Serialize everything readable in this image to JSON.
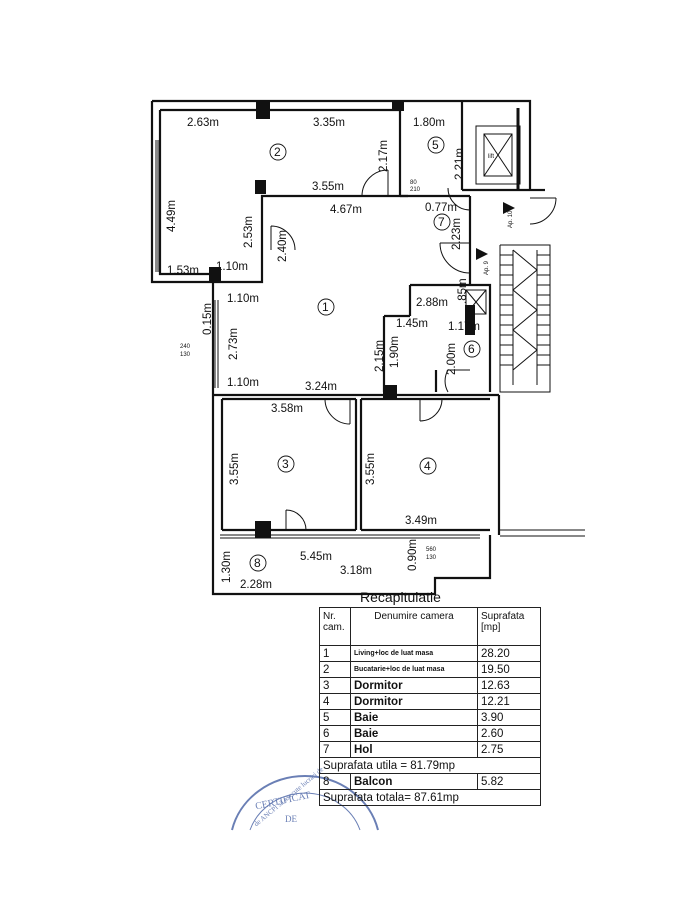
{
  "plan": {
    "rooms": [
      "1",
      "2",
      "3",
      "4",
      "5",
      "6",
      "7",
      "8"
    ],
    "dims": {
      "d263": "2.63m",
      "d335": "3.35m",
      "d180": "1.80m",
      "d449": "4.49m",
      "d217": "2.17m",
      "d221": "2.21m",
      "d355a": "3.55m",
      "d467": "4.67m",
      "d077": "0.77m",
      "d253": "2.53m",
      "d240": "2.40m",
      "d223": "2.23m",
      "d153": "1.53m",
      "d110a": "1.10m",
      "d110b": "1.10m",
      "d015": "0.15m",
      "d288": "2.88m",
      "d085": ".85m",
      "d273": "2.73m",
      "d145": "1.45m",
      "d117": "1.17m",
      "d215": "2.15m",
      "d190": "1.90m",
      "d200": "2.00m",
      "d110c": "1.10m",
      "d324": "3.24m",
      "d358": "3.58m",
      "d355b": "3.55m",
      "d355c": "3.55m",
      "d349": "3.49m",
      "d545": "5.45m",
      "d090": "0.90m",
      "d130": "1.30m",
      "d318": "3.18m",
      "d228": "2.28m"
    },
    "marks": {
      "w240": "240",
      "w130a": "130",
      "w560": "560",
      "w130b": "130",
      "a80": "80",
      "a210": "210",
      "ap10": "Ap. 10",
      "ap9": "Ap. 9",
      "lift": "lift"
    }
  },
  "recap": {
    "title": "Recapitulatie",
    "headers": [
      "Nr. cam.",
      "Denumire camera",
      "Suprafata [mp]"
    ],
    "rows": [
      {
        "nr": "1",
        "name": "Living+loc de luat masa",
        "area": "28.20"
      },
      {
        "nr": "2",
        "name": "Bucatarie+loc de luat masa",
        "area": "19.50"
      },
      {
        "nr": "3",
        "name": "Dormitor",
        "area": "12.63"
      },
      {
        "nr": "4",
        "name": "Dormitor",
        "area": "12.21"
      },
      {
        "nr": "5",
        "name": "Baie",
        "area": "3.90"
      },
      {
        "nr": "6",
        "name": "Baie",
        "area": "2.60"
      },
      {
        "nr": "7",
        "name": "Hol",
        "area": "2.75"
      }
    ],
    "utila": "Suprafata utila = 81.79mp",
    "balcony": {
      "nr": "8",
      "name": "Balcon",
      "area": "5.82"
    },
    "totala": "Suprafata totala= 87.61mp"
  },
  "stamp": {
    "line1": "CERTIFICAT",
    "line2": "DE",
    "arc": "de ANCPI să execute lucrări de"
  },
  "colors": {
    "wall": "#111111",
    "stamp": "#6a7fb5"
  }
}
